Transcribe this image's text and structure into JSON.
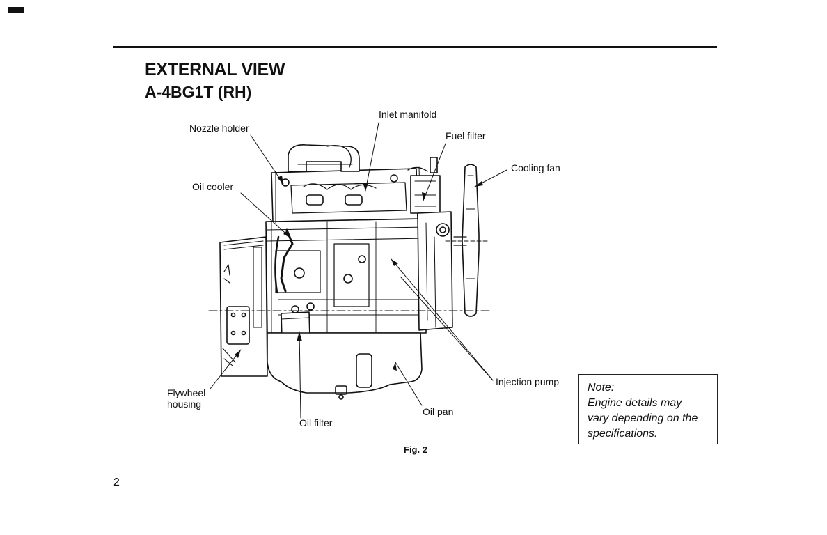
{
  "header": {
    "title": "EXTERNAL VIEW",
    "subtitle": "A-4BG1T (RH)"
  },
  "labels": {
    "inlet_manifold": "Inlet manifold",
    "nozzle_holder": "Nozzle holder",
    "fuel_filter": "Fuel filter",
    "cooling_fan": "Cooling fan",
    "oil_cooler": "Oil cooler",
    "flywheel_housing_line1": "Flywheel",
    "flywheel_housing_line2": "housing",
    "oil_filter": "Oil filter",
    "oil_pan": "Oil pan",
    "injection_pump": "Injection pump"
  },
  "figure": {
    "caption": "Fig. 2"
  },
  "note": {
    "line1": "Note:",
    "line2": "Engine details may",
    "line3": "vary depending on the",
    "line4": "specifications."
  },
  "page": {
    "number": "2"
  }
}
